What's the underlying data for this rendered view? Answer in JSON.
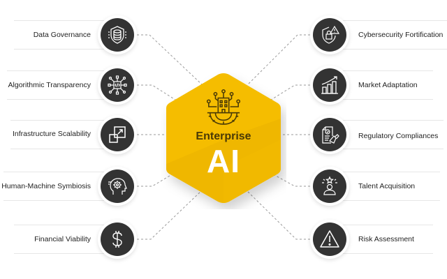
{
  "center": {
    "title": "Enterprise",
    "subtitle": "AI",
    "icon": "ai-factory-gear-icon",
    "colors": {
      "hex_primary": "#F5BD00",
      "hex_shade": "#E3AE00",
      "text_dark": "#4A3A06",
      "text_light": "#FFFFFF"
    }
  },
  "left_items": [
    {
      "label": "Data Governance",
      "icon": "database-shield-icon"
    },
    {
      "label": "Algorithmic Transparency",
      "icon": "code-network-icon"
    },
    {
      "label": "Infrastructure Scalability",
      "icon": "scale-up-squares-icon"
    },
    {
      "label": "Human-Machine Symbiosis",
      "icon": "head-gear-icon"
    },
    {
      "label": "Financial Viability",
      "icon": "dollar-sign-icon"
    }
  ],
  "right_items": [
    {
      "label": "Cybersecurity Fortification",
      "icon": "shield-lock-warning-icon"
    },
    {
      "label": "Market Adaptation",
      "icon": "growth-chart-icon"
    },
    {
      "label": "Regulatory Compliances",
      "icon": "document-stamp-icon"
    },
    {
      "label": "Talent Acquisition",
      "icon": "person-star-icon"
    },
    {
      "label": "Risk Assessment",
      "icon": "warning-triangle-icon"
    }
  ],
  "colors": {
    "node_fill": "#333333",
    "node_ring": "#FFFFFF",
    "connector": "#9A9A9A",
    "label_text": "#1F1F1F"
  }
}
